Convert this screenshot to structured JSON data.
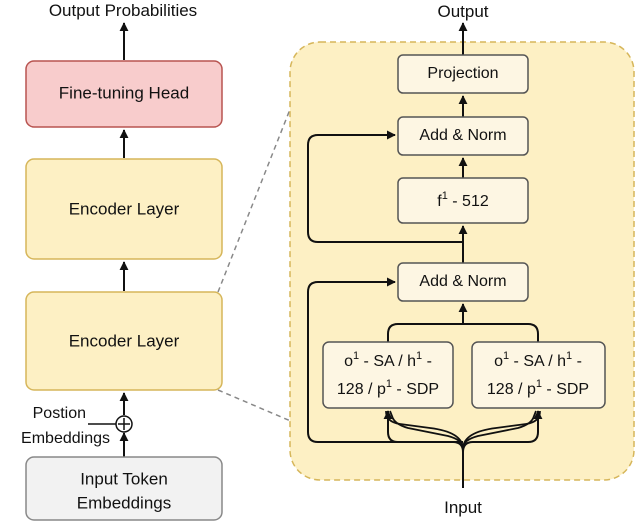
{
  "left_stack": {
    "output_label": "Output Probabilities",
    "head_label": "Fine-tuning Head",
    "encoder_top_label": "Encoder Layer",
    "encoder_bottom_label": "Encoder Layer",
    "position_label_line1": "Postion",
    "position_label_line2": "Embeddings",
    "input_label_line1": "Input Token",
    "input_label_line2": "Embeddings"
  },
  "detail": {
    "output_label": "Output",
    "projection_label": "Projection",
    "add_norm_top_label": "Add & Norm",
    "ffn_label_prefix": "f",
    "ffn_label_sup": "1",
    "ffn_label_suffix": " - 512",
    "add_norm_bottom_label": "Add & Norm",
    "input_label": "Input",
    "attention_left": {
      "l1_a": "o",
      "l1_a_sup": "1",
      "l1_b": " - SA / h",
      "l1_b_sup": "1",
      "l1_c": " -",
      "l2_a": "128 / p",
      "l2_a_sup": "1",
      "l2_b": " - SDP"
    },
    "attention_right": {
      "l1_a": "o",
      "l1_a_sup": "1",
      "l1_b": " - SA / h",
      "l1_b_sup": "1",
      "l1_c": " -",
      "l2_a": "128 / p",
      "l2_a_sup": "1",
      "l2_b": " - SDP"
    }
  },
  "colors": {
    "encoder_fill": "#fdf0c4",
    "encoder_stroke": "#d6b65a",
    "head_fill": "#f8cccc",
    "head_stroke": "#b85450",
    "input_fill": "#f2f2f2",
    "input_stroke": "#888888",
    "detail_bg": "#fdf0c4",
    "detail_stroke": "#d6b65a",
    "inner_box_fill": "#fdf6e3",
    "inner_box_stroke": "#555555",
    "arrow": "#111111",
    "dash_connector": "#888888"
  }
}
